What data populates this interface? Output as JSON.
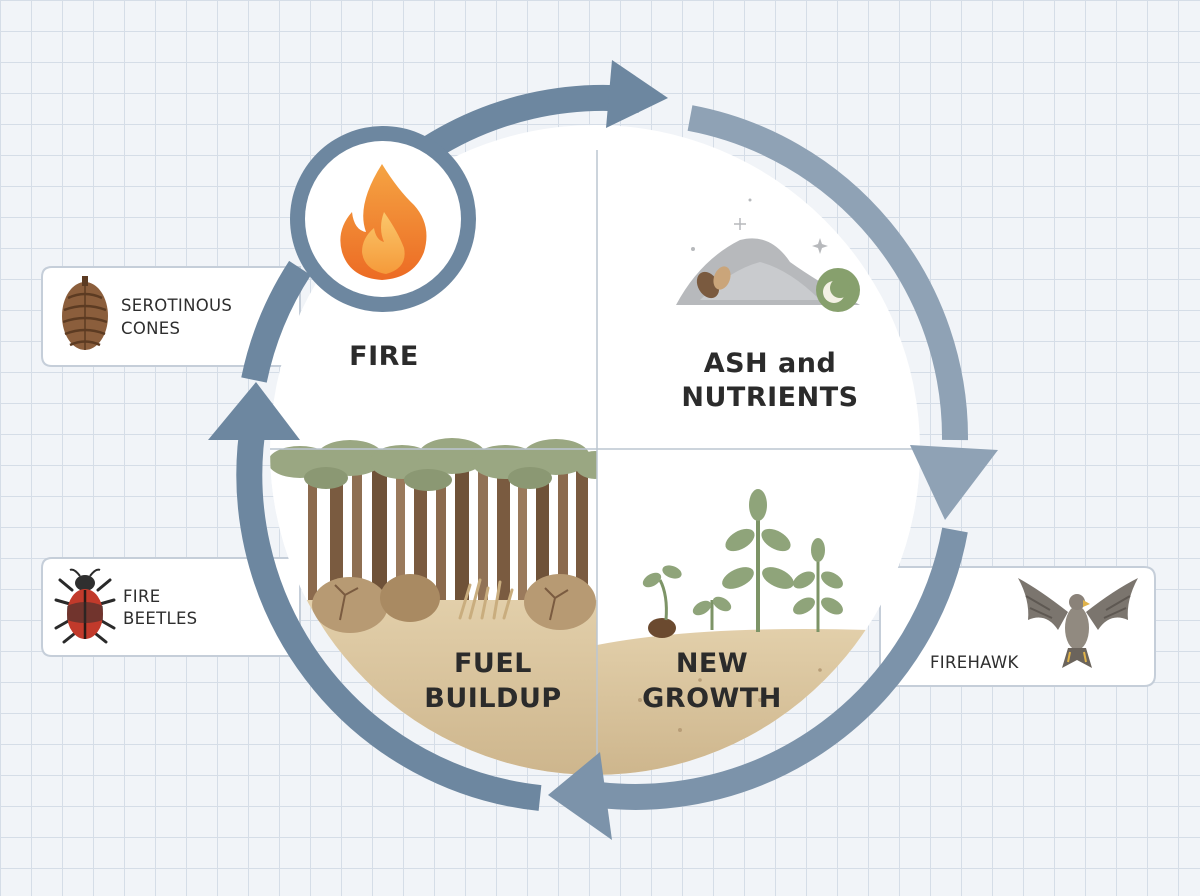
{
  "cycle": {
    "stages": {
      "fire": {
        "label": "FIRE"
      },
      "ash_nutrients": {
        "line1": "ASH and",
        "line2": "NUTRIENTS"
      },
      "fuel_buildup": {
        "line1": "FUEL",
        "line2": "BUILDUP"
      },
      "new_growth": {
        "line1": "NEW",
        "line2": "GROWTH"
      }
    }
  },
  "callouts": {
    "serotinous_cones": {
      "line1": "SEROTINOUS",
      "line2": "CONES",
      "icon": "pine-cone-icon"
    },
    "fire_beetles": {
      "line1": "FIRE",
      "line2": "BEETLES",
      "icon": "beetle-icon"
    },
    "firehawk": {
      "label": "FIREHAWK",
      "icon": "hawk-icon"
    }
  },
  "colors": {
    "arrow": "#6d87a0",
    "arrow_light": "#8fa2b5",
    "flame": "#f28a2e",
    "soil": "#d9c4a1",
    "leaf": "#8fa47a"
  }
}
